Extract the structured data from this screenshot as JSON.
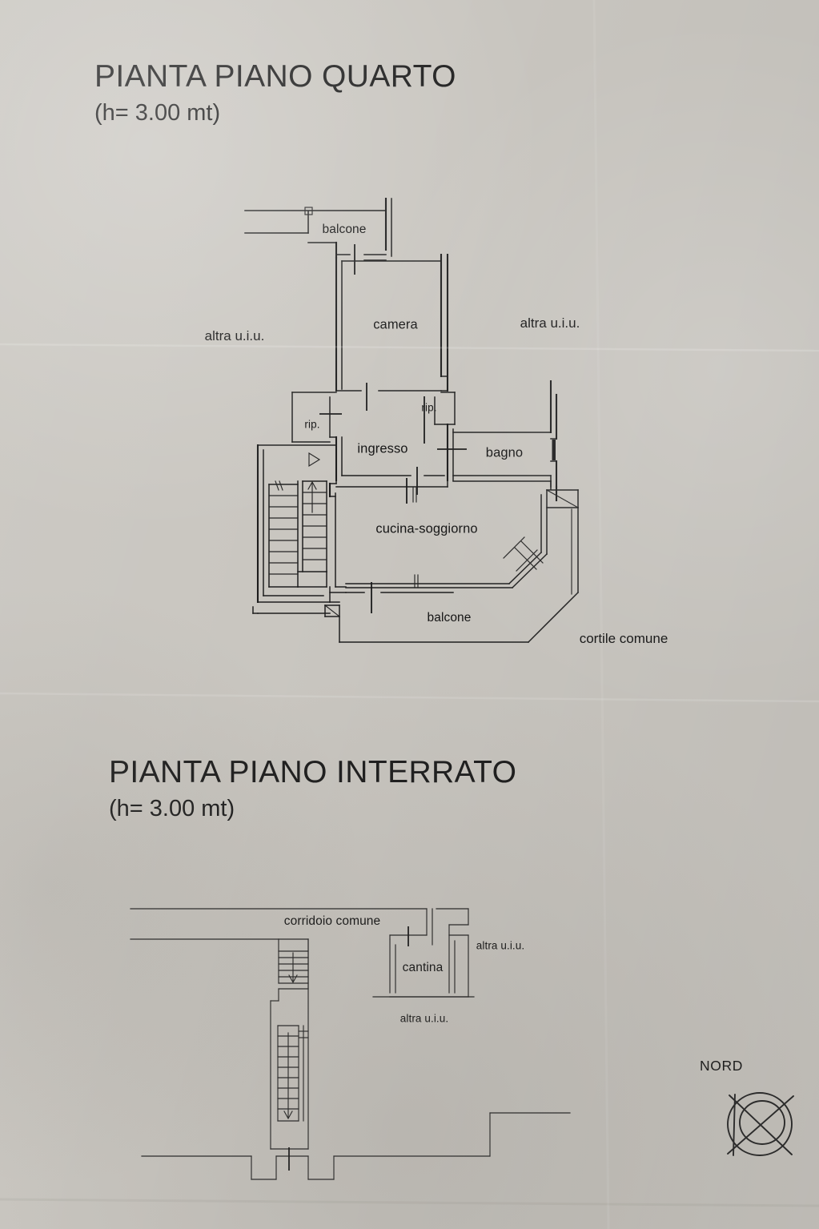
{
  "document": {
    "type": "planimetria-catastale",
    "background_color": "#c9c6c0",
    "ink_color": "#1b1b1b"
  },
  "plans": [
    {
      "id": "piano-quarto",
      "title": "PIANTA PIANO QUARTO",
      "height_note": "(h= 3.00 mt)",
      "rooms": [
        {
          "key": "balcone-nord",
          "label": "balcone"
        },
        {
          "key": "camera",
          "label": "camera"
        },
        {
          "key": "rip-ovest",
          "label": "rip."
        },
        {
          "key": "rip-est",
          "label": "rip."
        },
        {
          "key": "ingresso",
          "label": "ingresso"
        },
        {
          "key": "bagno",
          "label": "bagno"
        },
        {
          "key": "cucina-soggiorno",
          "label": "cucina-soggiorno"
        },
        {
          "key": "balcone-sud",
          "label": "balcone"
        }
      ],
      "annotations": [
        {
          "key": "altra-uiu-ovest",
          "label": "altra u.i.u."
        },
        {
          "key": "altra-uiu-est",
          "label": "altra u.i.u."
        },
        {
          "key": "cortile-comune",
          "label": "cortile comune"
        }
      ]
    },
    {
      "id": "piano-interrato",
      "title": "PIANTA PIANO INTERRATO",
      "height_note": "(h= 3.00 mt)",
      "rooms": [
        {
          "key": "cantina",
          "label": "cantina"
        }
      ],
      "annotations": [
        {
          "key": "corridoio-comune",
          "label": "corridoio comune"
        },
        {
          "key": "altra-uiu-est",
          "label": "altra u.i.u."
        },
        {
          "key": "altra-uiu-sud",
          "label": "altra u.i.u."
        }
      ]
    }
  ],
  "compass": {
    "label": "NORD",
    "icon": "compass-rose-icon"
  }
}
